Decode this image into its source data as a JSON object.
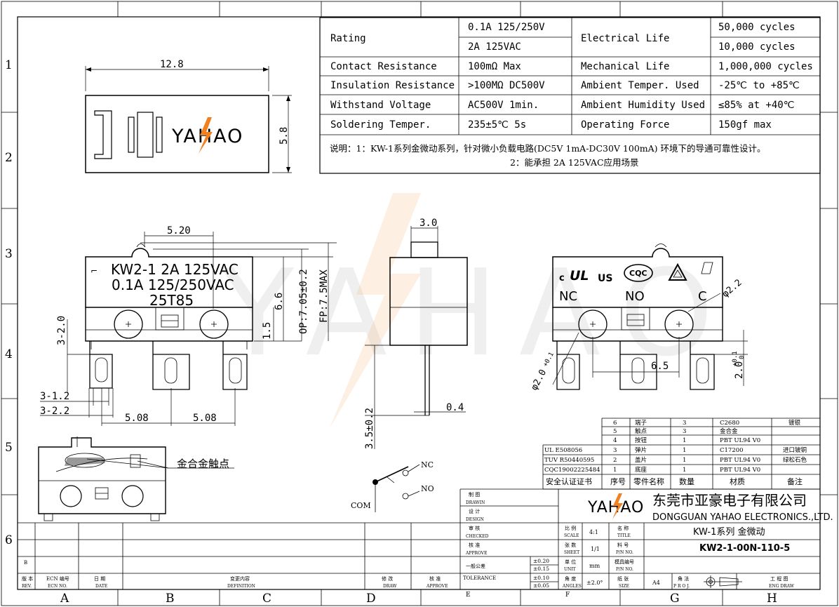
{
  "border": {
    "row_labels": [
      "1",
      "2",
      "3",
      "4",
      "5",
      "6"
    ],
    "col_labels": [
      "A",
      "B",
      "C",
      "D",
      "E",
      "F",
      "G",
      "H"
    ]
  },
  "brand": {
    "logo_text": "YAHAO",
    "watermark": "YAHAO"
  },
  "top_view": {
    "width_dim": "12.8",
    "height_dim": "5.8"
  },
  "spec_table": {
    "rows": [
      {
        "k1": "Rating",
        "v1": [
          "0.1A  125/250V",
          "2A  125VAC"
        ],
        "k2": "Electrical Life",
        "v2": [
          "50,000 cycles",
          "10,000 cycles"
        ]
      },
      {
        "k1": "Contact Resistance",
        "v1": [
          "100mΩ  Max"
        ],
        "k2": "Mechanical Life",
        "v2": [
          "1,000,000 cycles"
        ]
      },
      {
        "k1": "Insulation Resistance",
        "v1": [
          ">100MΩ  DC500V"
        ],
        "k2": "Ambient Temper. Used",
        "v2": [
          "-25℃ to +85℃"
        ]
      },
      {
        "k1": "Withstand Voltage",
        "v1": [
          "AC500V  1min."
        ],
        "k2": "Ambient Humidity Used",
        "v2": [
          "≤85% at +40℃"
        ]
      },
      {
        "k1": "Soldering Temper.",
        "v1": [
          "235±5℃ 5s"
        ],
        "k2": "Operating Force",
        "v2": [
          "150gf max"
        ]
      }
    ],
    "note_line1": "说明：1：KW-1系列金微动系列，针对微小负载电路(DC5V 1mA-DC30V 100mA) 环境下的导通可靠性设计。",
    "note_line2": "2：能承担 2A 125VAC应用场景"
  },
  "front_view": {
    "marking": [
      "KW2-1  2A 125VAC",
      "0.1A 125/250VAC",
      "25T85"
    ],
    "dims": {
      "d520": "5.20",
      "d66": "6.6",
      "d705": "OP:7.05±0.2",
      "d75": "FP:7.5MAX",
      "d15": "1.5",
      "d30": "3-2.0",
      "d312": "3-1.2",
      "d322": "3-2.2",
      "d508a": "5.08",
      "d508b": "5.08"
    }
  },
  "side_view": {
    "d30": "3.0",
    "d04": "0.4",
    "d35": "3.5±0.2"
  },
  "back_view": {
    "labels": {
      "nc": "NC",
      "no": "NO",
      "c": "C"
    },
    "cert": {
      "c": "c",
      "ul": "UL",
      "us": "US",
      "cqc": "CQC"
    },
    "dims": {
      "phi22": "φ2.2",
      "phi20": "φ2.0",
      "tol01": "+0.1",
      "tol0": "0",
      "d65": "6.5",
      "d20": "2.0"
    }
  },
  "section_view": {
    "callout": "金合金触点"
  },
  "schematic": {
    "nc": "NC",
    "no": "NO",
    "com": "COM"
  },
  "bom": {
    "rows": [
      {
        "cert": "",
        "no": "6",
        "name": "端子",
        "qty": "3",
        "material": "C2680",
        "remark": "镀银"
      },
      {
        "cert": "",
        "no": "5",
        "name": "触点",
        "qty": "3",
        "material": "金合金",
        "remark": ""
      },
      {
        "cert": "",
        "no": "4",
        "name": "按钮",
        "qty": "1",
        "material": "PBT UL94 V0",
        "remark": ""
      },
      {
        "cert": "UL E508056",
        "no": "3",
        "name": "弹片",
        "qty": "1",
        "material": "C17200",
        "remark": "进口铍铜"
      },
      {
        "cert": "TUV R50440595",
        "no": "2",
        "name": "盖片",
        "qty": "1",
        "material": "PBT UL94 V0",
        "remark": "绿松石色"
      },
      {
        "cert": "CQC19002225484",
        "no": "1",
        "name": "底座",
        "qty": "1",
        "material": "PBT UL94 V0",
        "remark": ""
      }
    ],
    "header": {
      "cert": "安全认证证书",
      "no": "序号",
      "name": "零件名称",
      "qty": "数量",
      "material": "材质",
      "remark": "备注"
    }
  },
  "title_block": {
    "company_cn": "东莞市亚豪电子有限公司",
    "company_en": "DONGGUAN YAHAO ELECTRONICS.,LTD.",
    "title_value": "KW-1系列 金微动",
    "pn_value": "KW2-1-00N-110-5",
    "scale_value": "4:1",
    "sheet_value": "1/1",
    "unit_value": "mm",
    "angle_value": "±2.0°",
    "size_value": "A4",
    "left_labels": [
      [
        "制 图",
        "DRAWIN"
      ],
      [
        "设 计",
        "DESIGN"
      ],
      [
        "审 核",
        "CHECKED"
      ],
      [
        "核 准",
        "APPROVE"
      ],
      [
        "一般公差",
        ""
      ],
      [
        "TOLERANCE",
        ""
      ]
    ],
    "tol_values": [
      "±0.20",
      "±0.15",
      "±0.10",
      "±0.05"
    ],
    "fields": [
      [
        "比 例",
        "SCALE"
      ],
      [
        "张 数",
        "SHEET"
      ],
      [
        "单 位",
        "UNIT"
      ],
      [
        "角 度",
        "ANGLES"
      ],
      [
        "名 称",
        "TITLE"
      ],
      [
        "料 号",
        "P/N NO."
      ],
      [
        "模具编号",
        "P/N NO."
      ],
      [
        "纸 张",
        "SIZE"
      ],
      [
        "角 法",
        "P R O J."
      ],
      [
        "工 程 图",
        "ENG DRAW"
      ]
    ],
    "rev_headers": [
      [
        "版 本",
        "REV."
      ],
      [
        "ECN 编号",
        "ECN NO."
      ],
      [
        "日 期",
        "DATE"
      ],
      [
        "变更内容",
        "DEFINITION"
      ],
      [
        "修 改",
        "DRAW"
      ],
      [
        "核 准",
        "APPROVE"
      ]
    ],
    "rev_b": "B"
  }
}
